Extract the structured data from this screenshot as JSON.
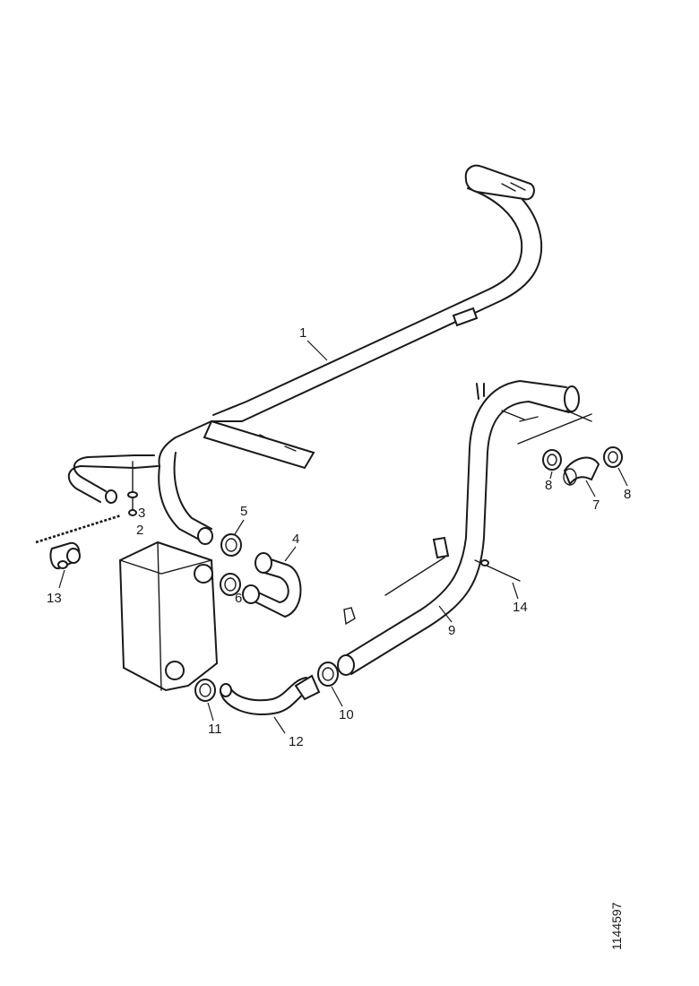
{
  "diagram": {
    "callouts": [
      "1",
      "2",
      "3",
      "4",
      "5",
      "6",
      "7",
      "8",
      "9",
      "10",
      "11",
      "12",
      "13",
      "14"
    ],
    "drawing_number": "1144597"
  }
}
